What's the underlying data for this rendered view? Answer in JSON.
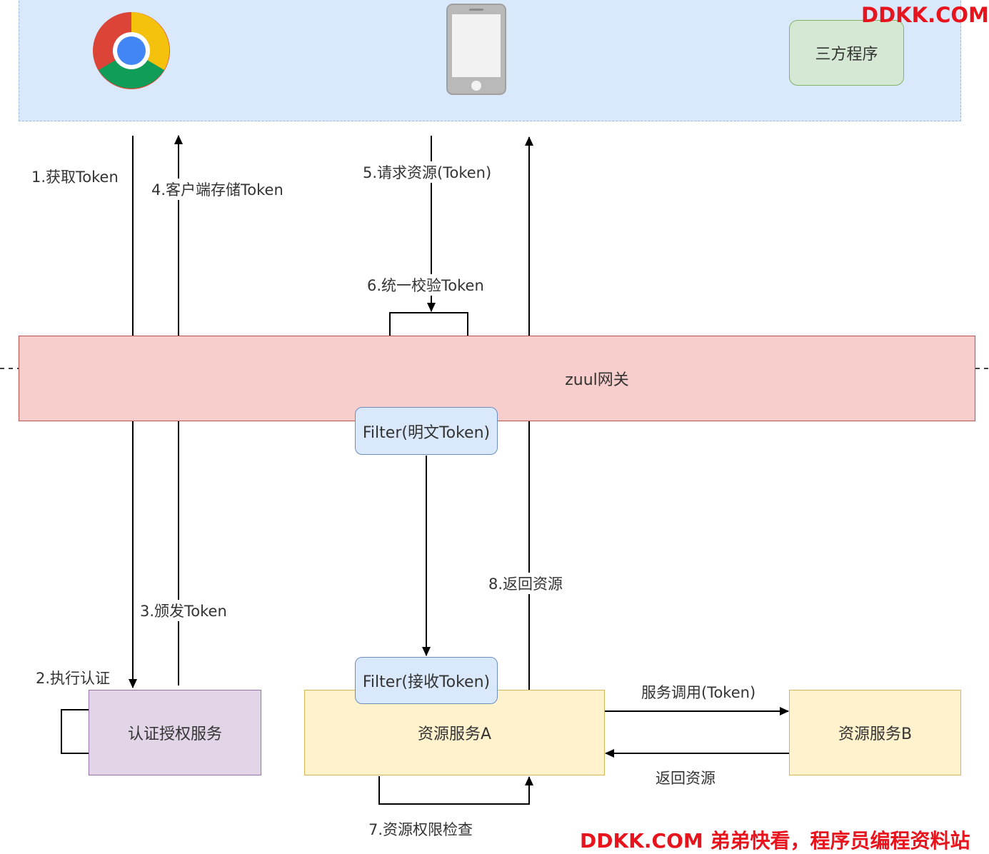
{
  "watermark_top": "DDKK.COM",
  "watermark_bottom": "DDKK.COM 弟弟快看，程序员编程资料站",
  "nodes": {
    "third_party": "三方程序",
    "gateway": "zuul网关",
    "filter_plain": "Filter(明文Token)",
    "filter_receive": "Filter(接收Token)",
    "auth_service": "认证授权服务",
    "resource_a": "资源服务A",
    "resource_b": "资源服务B"
  },
  "edges": {
    "get_token": "1.获取Token",
    "authenticate": "2.执行认证",
    "issue_token": "3.颁发Token",
    "store_token": "4.客户端存储Token",
    "request_resource": "5.请求资源(Token)",
    "verify_token": "6.统一校验Token",
    "permission_check": "7.资源权限检查",
    "return_resource_8": "8.返回资源",
    "service_call": "服务调用(Token)",
    "return_resource": "返回资源"
  },
  "colors": {
    "client_zone": "#dae8fc",
    "gateway_fill": "#f8cecc",
    "gateway_border": "#b85450",
    "filter_fill": "#dae8fc",
    "filter_border": "#6c8ebf",
    "auth_fill": "#e1d5e7",
    "auth_border": "#9673a6",
    "resource_fill": "#fff2cc",
    "resource_border": "#d6b656",
    "third_party_fill": "#d5e8d4",
    "third_party_border": "#82b366",
    "watermark": "#e8141d"
  },
  "icons": [
    "chrome-icon",
    "smartphone-icon"
  ]
}
